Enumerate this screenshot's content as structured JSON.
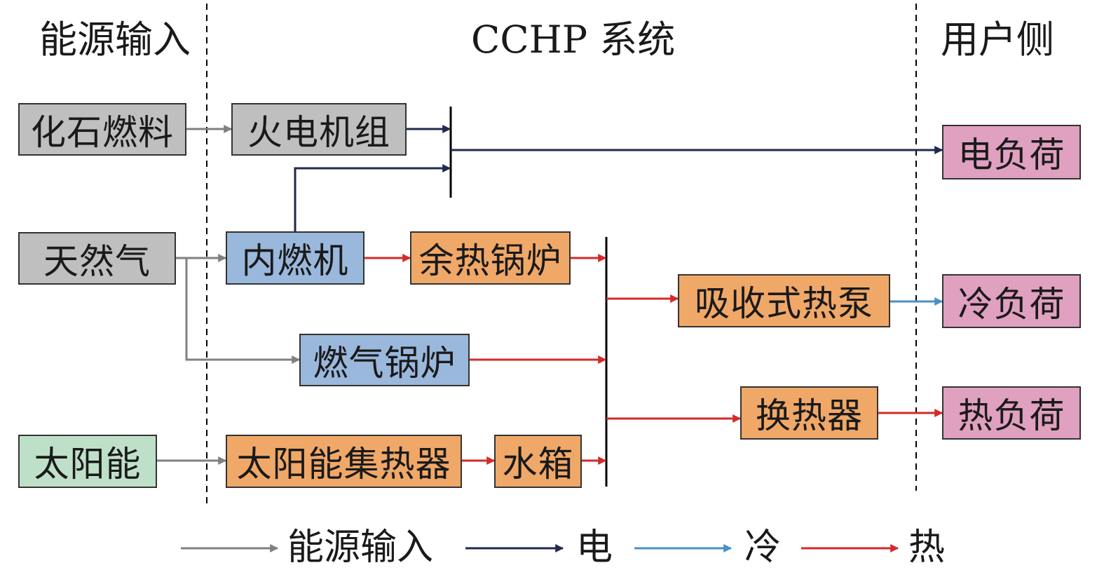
{
  "headers": {
    "energy_input": "能源输入",
    "cchp_system": "CCHP 系统",
    "user_side": "用户侧"
  },
  "nodes": {
    "fossil_fuel": "化石燃料",
    "natural_gas": "天然气",
    "solar": "太阳能",
    "thermal_power_unit": "火电机组",
    "internal_combustion_engine": "内燃机",
    "waste_heat_boiler": "余热锅炉",
    "gas_boiler": "燃气锅炉",
    "solar_collector": "太阳能集热器",
    "water_tank": "水箱",
    "absorption_heat_pump": "吸收式热泵",
    "heat_exchanger": "换热器",
    "electric_load": "电负荷",
    "cooling_load": "冷负荷",
    "heat_load": "热负荷"
  },
  "legend": {
    "energy_input": "能源输入",
    "electricity": "电",
    "cooling": "冷",
    "heat": "热"
  },
  "colors": {
    "energy_input": "#808080",
    "electricity": "#1f2a4d",
    "cooling": "#4a90c8",
    "heat": "#d42a2a",
    "source_fill": "#bfbfbf",
    "solar_fill": "#bfe0c8",
    "blue_fill": "#9ab8dc",
    "orange_fill": "#f0a868",
    "load_fill": "#e0a0c0"
  }
}
